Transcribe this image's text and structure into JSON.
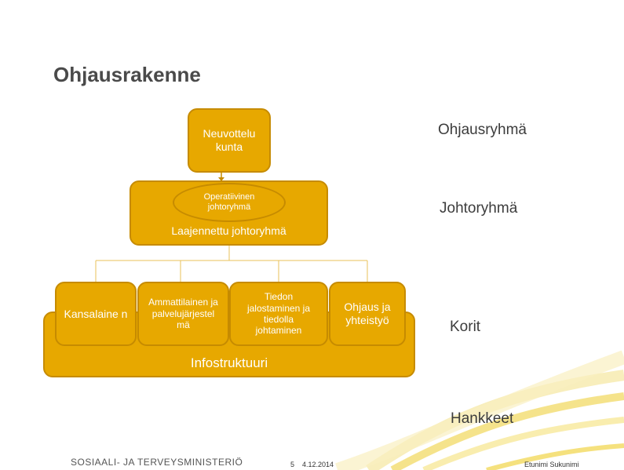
{
  "slide": {
    "title": "Ohjausrakenne"
  },
  "diagram": {
    "top_box": "Neuvottelu kunta",
    "operative_group": "Operatiivinen johtoryhmä",
    "extended_group": "Laajennettu johtoryhmä",
    "baskets": [
      "Kansalaine n",
      "Ammattilainen ja palvelujärjestel mä",
      "Tiedon jalostaminen ja tiedolla johtaminen",
      "Ohjaus ja yhteistyö"
    ],
    "infrastructure": "Infostruktuuri"
  },
  "levels": {
    "steering": "Ohjausryhmä",
    "management": "Johtoryhmä",
    "baskets": "Korit",
    "projects": "Hankkeet"
  },
  "footer": {
    "organization": "SOSIAALI- JA TERVEYSMINISTERIÖ",
    "page": "5",
    "date": "4.12.2014",
    "author": "Etunimi Sukunimi"
  },
  "colors": {
    "box_fill": "#e7a800",
    "box_border": "#c68b00",
    "connector": "#e8c25a",
    "swoosh": "#f5e27a"
  }
}
